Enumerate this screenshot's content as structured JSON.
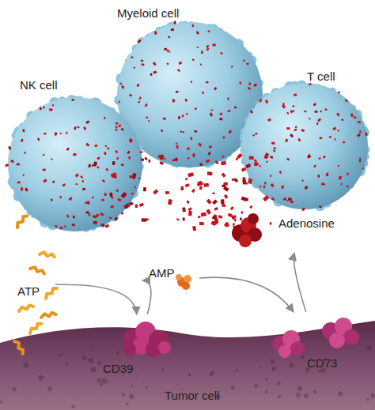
{
  "diagram": {
    "nodes": [
      {
        "text": [
          "Myeloid cell"
        ]
      },
      {
        "text": [
          "NK cell"
        ]
      },
      {
        "text": [
          "T cell"
        ]
      },
      {
        "text": [
          "Adenosine"
        ]
      },
      {
        "text": [
          "AMP"
        ]
      },
      {
        "text": [
          "ATP"
        ]
      },
      {
        "text": [
          "CD39"
        ]
      },
      {
        "text": [
          "CD73"
        ]
      },
      {
        "text": [
          "Tumor cell"
        ]
      }
    ],
    "edges": [
      {
        "from": 5,
        "to": 6,
        "arrow": "to"
      },
      {
        "from": 6,
        "to": 4,
        "arrow": "to"
      },
      {
        "from": 4,
        "to": 7,
        "arrow": "to"
      },
      {
        "from": 7,
        "to": 3,
        "arrow": "to"
      }
    ]
  }
}
